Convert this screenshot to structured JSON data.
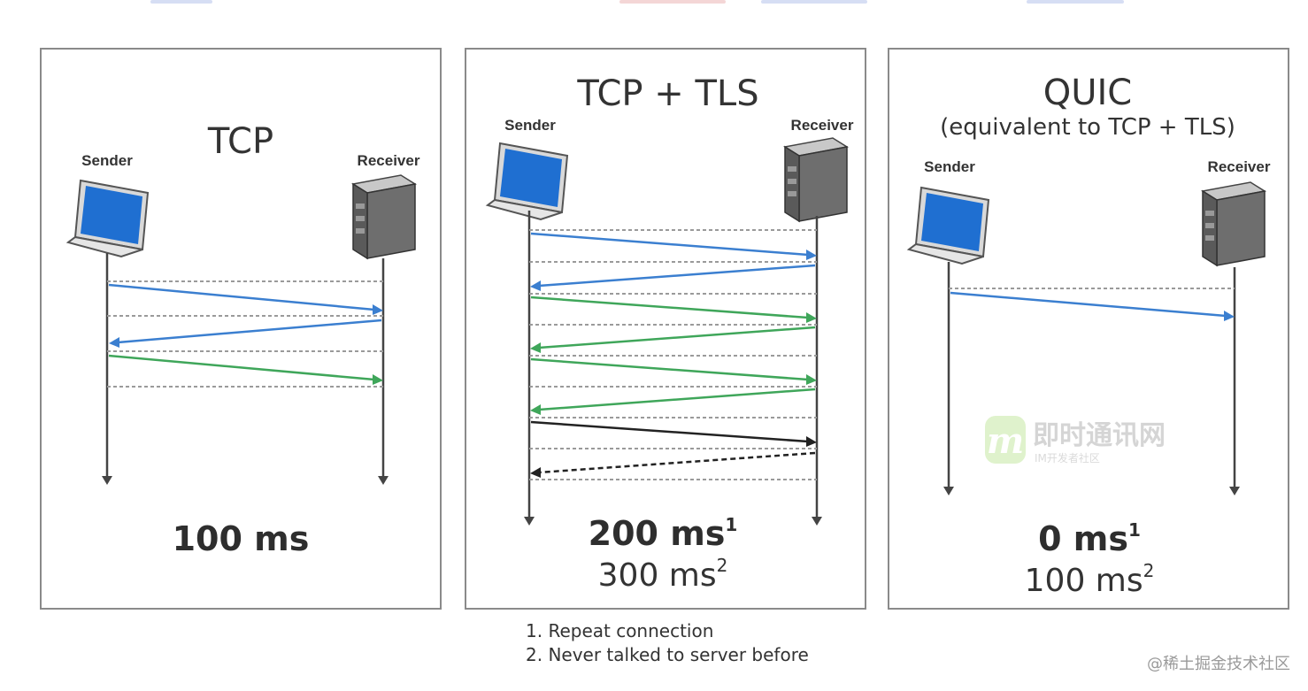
{
  "panels": [
    {
      "title": "TCP",
      "subtitle": "",
      "sender_label": "Sender",
      "receiver_label": "Receiver",
      "timing_primary": "100 ms",
      "timing_primary_sup": "",
      "timing_secondary": "",
      "timing_secondary_sup": ""
    },
    {
      "title": "TCP + TLS",
      "subtitle": "",
      "sender_label": "Sender",
      "receiver_label": "Receiver",
      "timing_primary": "200 ms",
      "timing_primary_sup": "1",
      "timing_secondary": "300 ms",
      "timing_secondary_sup": "2"
    },
    {
      "title": "QUIC",
      "subtitle": "(equivalent to TCP + TLS)",
      "sender_label": "Sender",
      "receiver_label": "Receiver",
      "timing_primary": "0 ms",
      "timing_primary_sup": "1",
      "timing_secondary": "100 ms",
      "timing_secondary_sup": "2"
    }
  ],
  "footnotes": [
    "1. Repeat connection",
    "2. Never talked to server before"
  ],
  "watermark": {
    "brand": "即时通讯网",
    "tagline": "IM开发者社区",
    "logo_letter": "m"
  },
  "credit": "@稀土掘金技术社区",
  "colors": {
    "blue": "#3b7fd0",
    "green": "#3fa65a",
    "black": "#222222",
    "dotted": "#9a9a9a",
    "border": "#8a8a8a"
  }
}
